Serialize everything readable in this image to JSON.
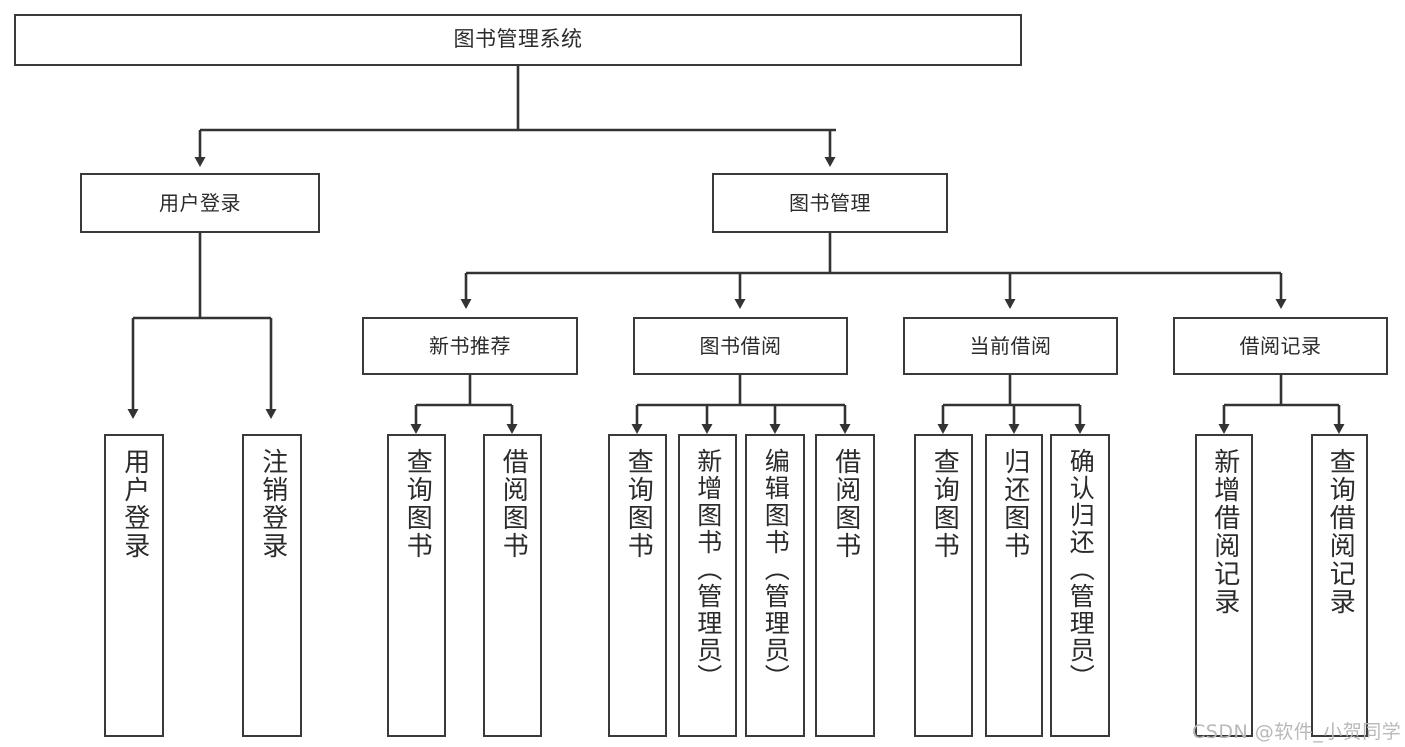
{
  "diagram": {
    "type": "tree-hierarchy",
    "title": "图书管理系统",
    "colors": {
      "box_border": "#3a3a3a",
      "box_fill": "#ffffff",
      "connector": "#333333",
      "text": "#2b2b2b",
      "watermark": "#b9b9b9",
      "background": "#ffffff"
    },
    "root": {
      "label": "图书管理系统"
    },
    "level1": [
      {
        "label": "用户登录"
      },
      {
        "label": "图书管理"
      }
    ],
    "level2": [
      {
        "label": "新书推荐"
      },
      {
        "label": "图书借阅"
      },
      {
        "label": "当前借阅"
      },
      {
        "label": "借阅记录"
      }
    ],
    "leaves": {
      "user_login": [
        {
          "label": "用户登录"
        },
        {
          "label": "注销登录"
        }
      ],
      "new_book_recommend": [
        {
          "label": "查询图书"
        },
        {
          "label": "借阅图书"
        }
      ],
      "book_borrow": [
        {
          "label": "查询图书"
        },
        {
          "label": "新增图书（管理员）"
        },
        {
          "label": "编辑图书（管理员）"
        },
        {
          "label": "借阅图书"
        }
      ],
      "current_borrow": [
        {
          "label": "查询图书"
        },
        {
          "label": "归还图书"
        },
        {
          "label": "确认归还（管理员）"
        }
      ],
      "borrow_record": [
        {
          "label": "新增借阅记录"
        },
        {
          "label": "查询借阅记录"
        }
      ]
    },
    "watermark": "CSDN @软件_小贺同学"
  }
}
